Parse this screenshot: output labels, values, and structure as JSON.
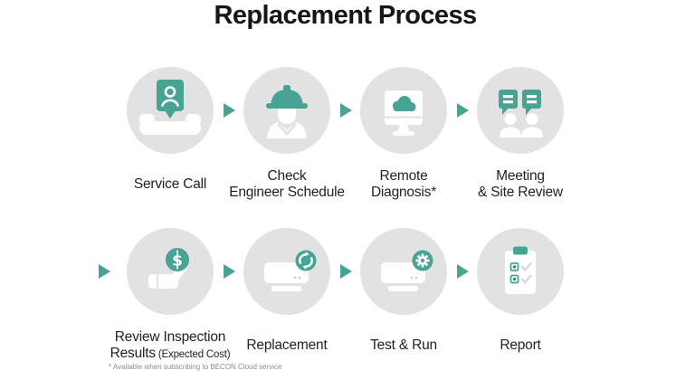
{
  "title": "Replacement Process",
  "footnote": "* Available when subscribing to BECON Cloud service",
  "colors": {
    "teal": "#47A392",
    "circle_gray": "#E2E2E2",
    "text": "#222222",
    "muted": "#8C8C8C"
  },
  "rows": [
    {
      "steps": [
        {
          "label_line1": "Service Call",
          "icon": "service-call-icon"
        },
        {
          "label_line1": "Check",
          "label_line2": "Engineer Schedule",
          "icon": "engineer-hardhat-icon"
        },
        {
          "label_line1": "Remote",
          "label_line2": "Diagnosis*",
          "icon": "monitor-cloud-icon"
        },
        {
          "label_line1": "Meeting",
          "label_line2": "& Site Review",
          "icon": "discussion-people-icon"
        }
      ]
    },
    {
      "steps": [
        {
          "label_line1": "Review Inspection",
          "label_line2": "Results",
          "label_line2_small": "(Expected Cost)",
          "icon": "hand-coin-icon"
        },
        {
          "label_line1": "Replacement",
          "icon": "ac-unit-swap-icon"
        },
        {
          "label_line1": "Test & Run",
          "icon": "ac-unit-gear-icon"
        },
        {
          "label_line1": "Report",
          "icon": "report-checklist-icon"
        }
      ]
    }
  ]
}
